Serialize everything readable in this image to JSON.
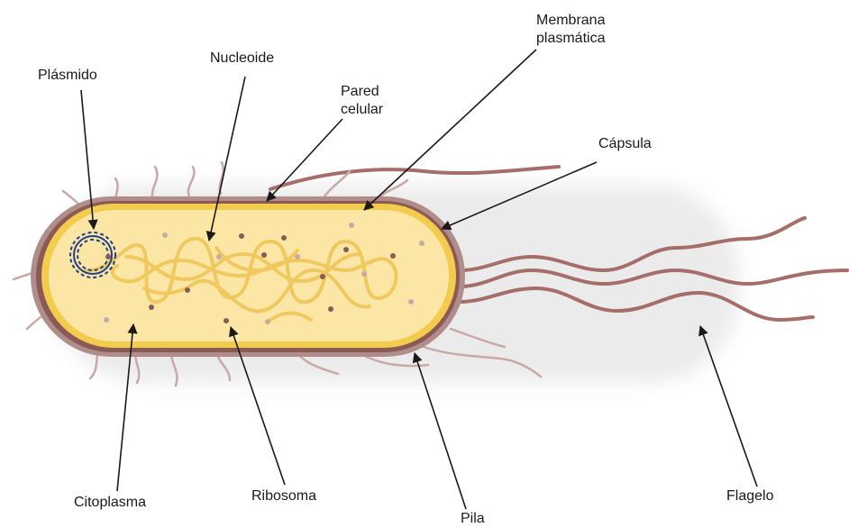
{
  "labels": {
    "membrana_line1": "Membrana",
    "membrana_line2": "plasmática",
    "plasmido": "Plásmido",
    "nucleoide": "Nucleoide",
    "pared_line1": "Pared",
    "pared_line2": "celular",
    "capsula": "Cápsula",
    "citoplasma": "Citoplasma",
    "ribosoma": "Ribosoma",
    "pila": "Pila",
    "flagelo": "Flagelo"
  },
  "colors": {
    "capsule": "#b08d8a",
    "cell_wall": "#8a5a55",
    "membrane": "#f3cc4f",
    "cytoplasm": "#fbe6a6",
    "nucleoid": "#efc95e",
    "plasmid": "#1f3f8a",
    "ribosome": "#8a5a55",
    "flagella": "#a56e68",
    "pili": "#c9a9a5",
    "arrow": "#1a1a1a"
  }
}
